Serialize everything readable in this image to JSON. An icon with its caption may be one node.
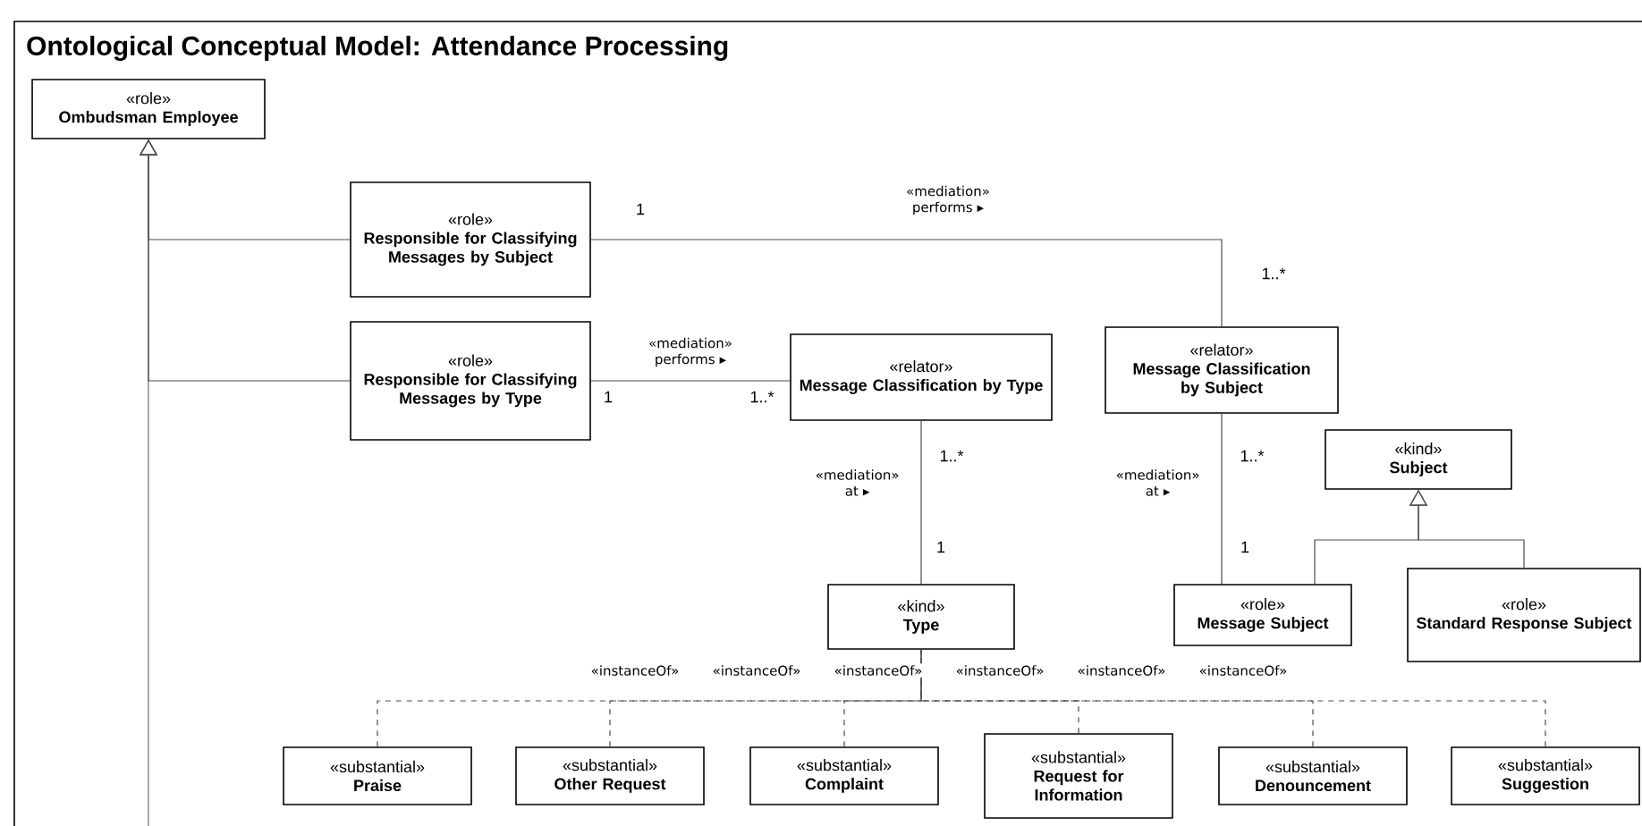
{
  "diagram": {
    "title": "Ontological Conceptual Model: Attendance Processing",
    "nodes": [
      {
        "text": [
          "«role»",
          "Ombudsman Employee"
        ]
      },
      {
        "text": [
          "«role»",
          "Responsible for Classifying Messages by Subject"
        ]
      },
      {
        "text": [
          "«role»",
          "Responsible for Classifying Messages by Type"
        ]
      },
      {
        "text": [
          "«relator»",
          "Message Classification by Type"
        ]
      },
      {
        "text": [
          "«relator»",
          "Message Classification by Subject"
        ]
      },
      {
        "text": [
          "«kind»",
          "Subject"
        ]
      },
      {
        "text": [
          "«kind»",
          "Type"
        ]
      },
      {
        "text": [
          "«role»",
          "Message Subject"
        ]
      },
      {
        "text": [
          "«role»",
          "Standard Response Subject"
        ]
      },
      {
        "text": [
          "«substantial»",
          "Praise"
        ]
      },
      {
        "text": [
          "«substantial»",
          "Other Request"
        ]
      },
      {
        "text": [
          "«substantial»",
          "Complaint"
        ]
      },
      {
        "text": [
          "«substantial»",
          "Request for Information"
        ]
      },
      {
        "text": [
          "«substantial»",
          "Denouncement"
        ]
      },
      {
        "text": [
          "«substantial»",
          "Suggestion"
        ]
      }
    ],
    "edges": [
      {
        "from": 1,
        "to": 0,
        "arrow": "to"
      },
      {
        "from": 2,
        "to": 0,
        "arrow": "to"
      },
      {
        "from": null,
        "to": 0,
        "arrow": "to"
      },
      {
        "from": 1,
        "to": 4,
        "arrow": "none",
        "label": "«mediation» performs ▸"
      },
      {
        "from": 2,
        "to": 3,
        "arrow": "none",
        "label": "«mediation» performs ▸"
      },
      {
        "from": 3,
        "to": 6,
        "arrow": "none",
        "label": "«mediation» at ▸"
      },
      {
        "from": 4,
        "to": 7,
        "arrow": "none",
        "label": "«mediation» at ▸"
      },
      {
        "from": 7,
        "to": 5,
        "arrow": "to"
      },
      {
        "from": 8,
        "to": 5,
        "arrow": "to"
      },
      {
        "from": 9,
        "to": 6,
        "arrow": "none",
        "style": "dashed",
        "label": "«instanceOf»"
      },
      {
        "from": 10,
        "to": 6,
        "arrow": "none",
        "style": "dashed",
        "label": "«instanceOf»"
      },
      {
        "from": 11,
        "to": 6,
        "arrow": "none",
        "style": "dashed",
        "label": "«instanceOf»"
      },
      {
        "from": 12,
        "to": 6,
        "arrow": "none",
        "style": "dashed",
        "label": "«instanceOf»"
      },
      {
        "from": 13,
        "to": 6,
        "arrow": "none",
        "style": "dashed",
        "label": "«instanceOf»"
      },
      {
        "from": 14,
        "to": 6,
        "arrow": "none",
        "style": "dashed",
        "label": "«instanceOf»"
      }
    ],
    "labels": [
      "1",
      "1..*",
      "1",
      "1..*",
      "1..*",
      "1",
      "1..*",
      "1"
    ]
  }
}
